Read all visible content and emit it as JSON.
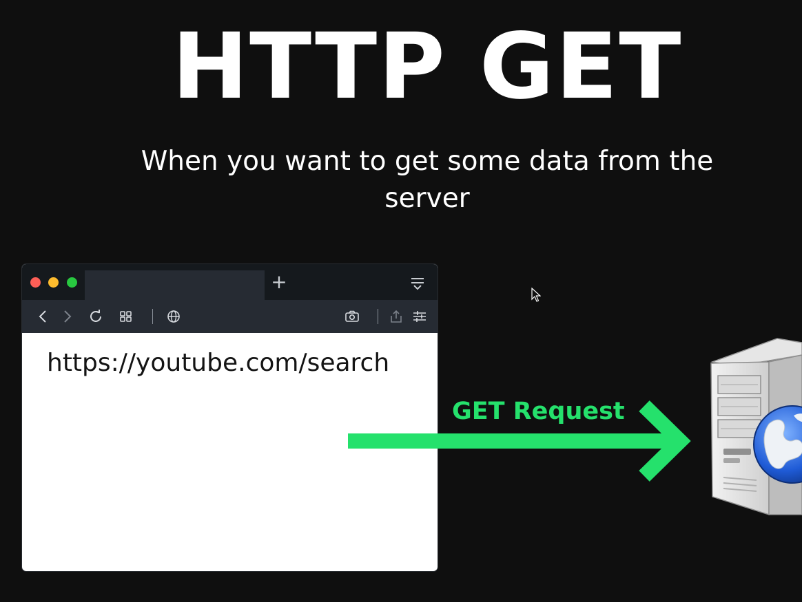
{
  "slide": {
    "title": "HTTP GET",
    "subtitle": "When you want to get some data from the server"
  },
  "browser": {
    "url": "https://youtube.com/search",
    "tab_new_icon": "plus-icon",
    "tab_menu_icon": "tab-list-icon",
    "toolbar_icons": [
      "back-icon",
      "forward-icon",
      "reload-icon",
      "speed-dial-icon",
      "globe-icon",
      "camera-icon",
      "share-icon",
      "settings-sliders-icon"
    ],
    "traffic_lights": [
      "#fe5f57",
      "#febc2e",
      "#28c840"
    ]
  },
  "arrow": {
    "label": "GET Request",
    "color": "#25e16c"
  },
  "server": {
    "icon": "server-globe-icon"
  },
  "colors": {
    "background": "#0f0f0f",
    "text": "#ffffff"
  }
}
